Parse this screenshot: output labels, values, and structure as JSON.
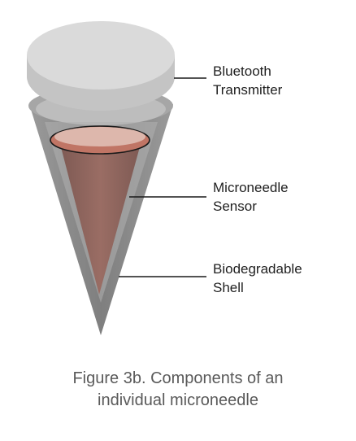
{
  "labels": {
    "transmitter": [
      "Bluetooth",
      "Transmitter"
    ],
    "sensor": [
      "Microneedle",
      "Sensor"
    ],
    "shell": [
      "Biodegradable",
      "Shell"
    ]
  },
  "caption": [
    "Figure 3b. Components of an",
    "individual microneedle"
  ],
  "colors": {
    "disc_top": "#d9d9d9",
    "disc_side": "#bfbfbf",
    "shell_outer": "#8c8c8c",
    "shell_inner": "#b3b3b3",
    "sensor_core": "#8e655d",
    "sensor_top": "#c98674",
    "leader_line": "#1a1a1a"
  }
}
